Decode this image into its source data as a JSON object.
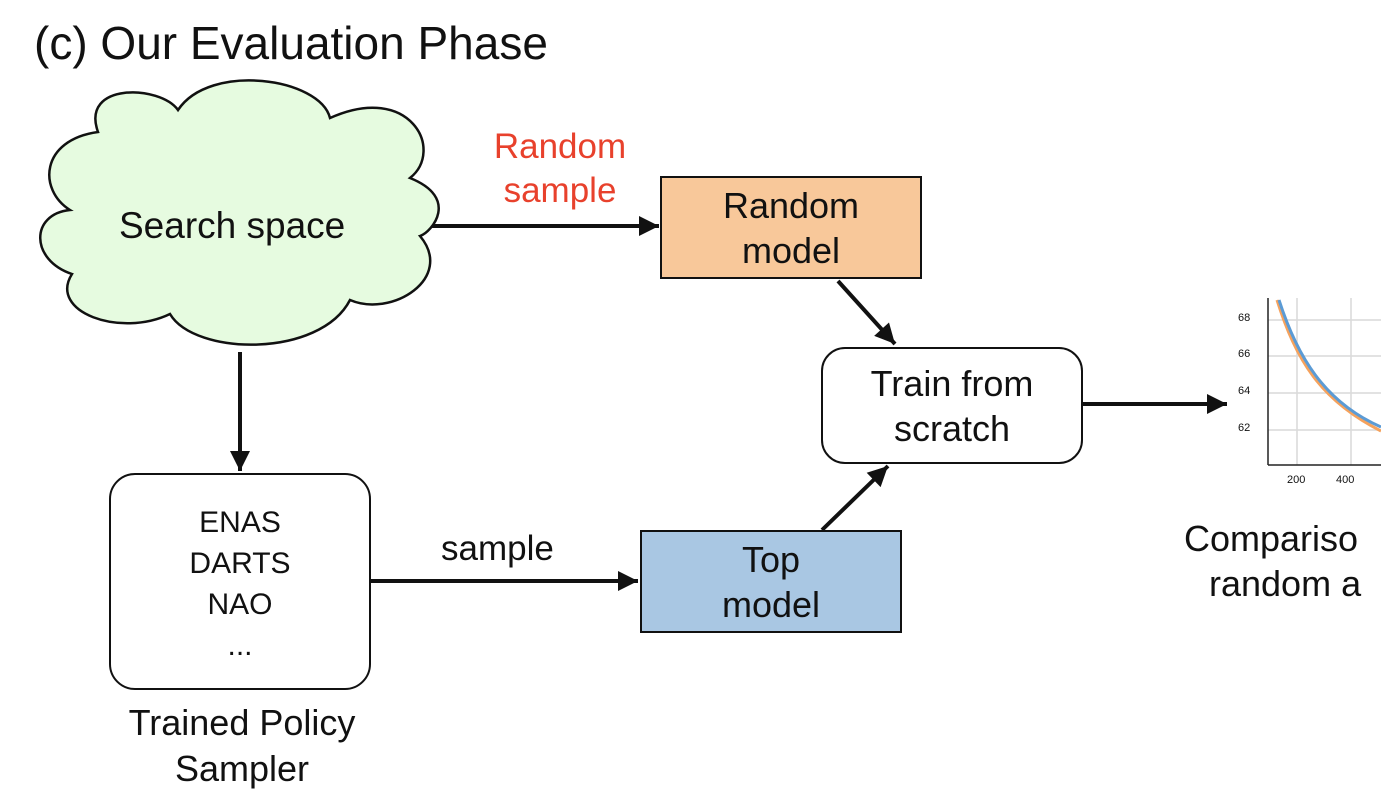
{
  "title": "(c) Our Evaluation Phase",
  "nodes": {
    "search_space": "Search space",
    "random_model": [
      "Random",
      "model"
    ],
    "top_model": [
      "Top",
      "model"
    ],
    "train": [
      "Train from",
      "scratch"
    ],
    "sampler_items": [
      "ENAS",
      "DARTS",
      "NAO",
      "..."
    ],
    "sampler_caption": [
      "Trained Policy",
      "Sampler"
    ]
  },
  "edge_labels": {
    "random_sample": [
      "Random",
      "sample"
    ],
    "sample": "sample"
  },
  "colors": {
    "cloud": "#e6fbe0",
    "random_model": "#f8c89a",
    "top_model": "#a9c7e3",
    "random_label": "#e8412c",
    "series_1": "#f5a25d",
    "series_2": "#5b9bd5"
  },
  "thumbnail": {
    "caption": [
      "Compariso",
      "random a"
    ],
    "y_ticks": [
      "68",
      "66",
      "64",
      "62"
    ],
    "x_ticks": [
      "200",
      "400"
    ]
  }
}
